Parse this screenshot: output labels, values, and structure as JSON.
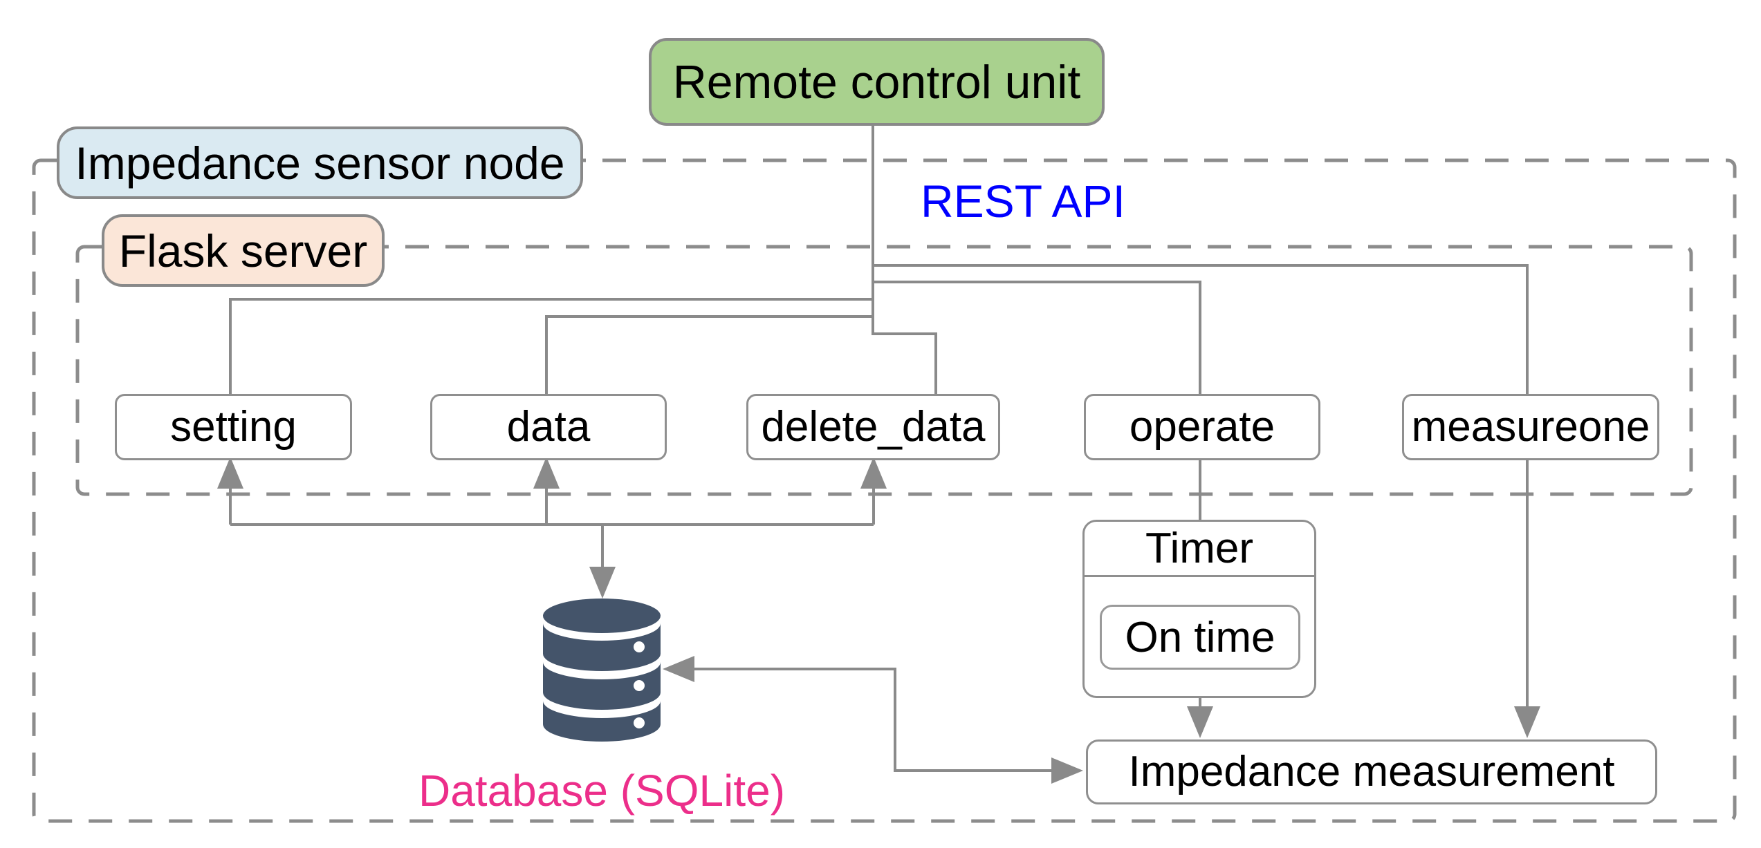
{
  "header": {
    "remote_unit_label": "Remote control unit",
    "rest_api_label": "REST API"
  },
  "containers": {
    "sensor_node_label": "Impedance sensor node",
    "flask_server_label": "Flask server"
  },
  "endpoints": [
    {
      "label": "setting"
    },
    {
      "label": "data"
    },
    {
      "label": "delete_data"
    },
    {
      "label": "operate"
    },
    {
      "label": "measureone"
    }
  ],
  "timer": {
    "label": "Timer",
    "on_time_label": "On time"
  },
  "database": {
    "label": "Database (SQLite)",
    "icon": "database-cylinder-stack-icon"
  },
  "measurement": {
    "label": "Impedance measurement"
  },
  "colors": {
    "remote_unit_fill": "#A9D18E",
    "sensor_node_fill": "#DAEAF2",
    "flask_server_fill": "#FBE6D8",
    "rest_api_text": "#0000FF",
    "database_label_text": "#EC2E8A",
    "database_icon_fill": "#44546A",
    "connector_gray": "#8A8A8A",
    "dashed_border_gray": "#8C8C8C",
    "node_border_gray": "#8F8F8F"
  }
}
